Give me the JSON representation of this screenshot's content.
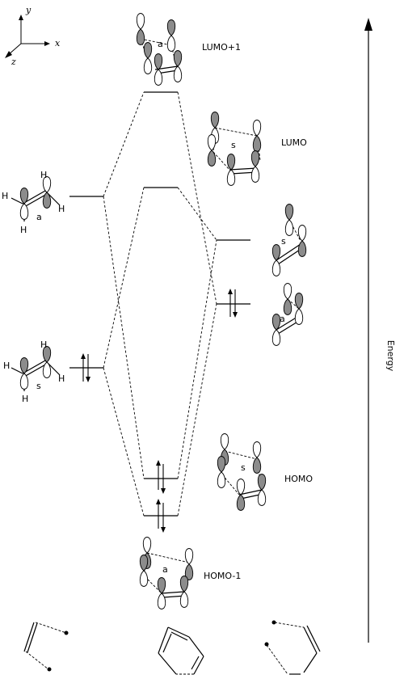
{
  "axes": {
    "x": "x",
    "y": "y",
    "z": "z"
  },
  "energy_axis_label": "Energy",
  "orbitals": {
    "lumo_plus_1": {
      "label": "LUMO+1",
      "symmetry": "a"
    },
    "lumo": {
      "label": "LUMO",
      "symmetry": "s"
    },
    "homo": {
      "label": "HOMO",
      "symmetry": "s"
    },
    "homo_minus_1": {
      "label": "HOMO-1",
      "symmetry": "a"
    },
    "ethylene_pi_star": {
      "symmetry": "a"
    },
    "ethylene_pi": {
      "symmetry": "s"
    },
    "allyl_upper": {
      "symmetry": "s"
    },
    "allyl_lower": {
      "symmetry": "a"
    }
  },
  "atoms": {
    "hydrogen": "H"
  }
}
